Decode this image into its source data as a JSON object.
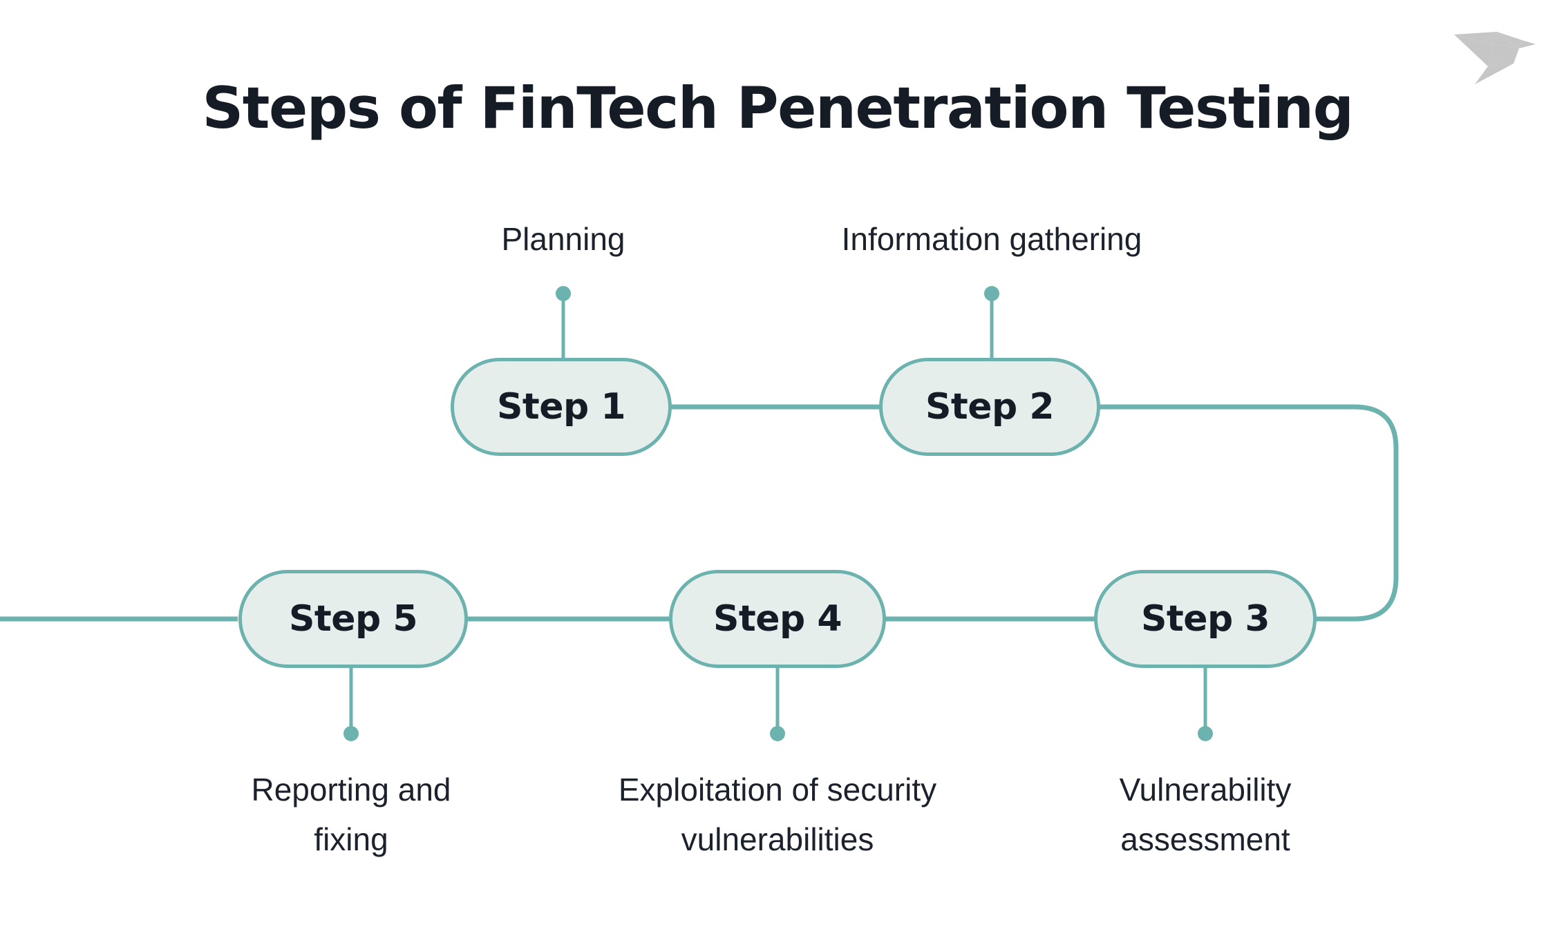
{
  "title": "Steps of FinTech Penetration Testing",
  "logo": {
    "name": "origami-bird-logo",
    "color": "#c6c6c6"
  },
  "theme": {
    "background": "#ffffff",
    "pill_fill": "#e6eeec",
    "pill_border": "#6cb2ae",
    "connector": "#6cb2ae",
    "text": "#151c26",
    "caption_text": "#1b222c"
  },
  "diagram": {
    "type": "process-flow",
    "steps": [
      {
        "id": "step-1",
        "label": "Step 1",
        "caption": "Planning",
        "caption_lines": [
          "Planning"
        ],
        "row": "top",
        "order": 1
      },
      {
        "id": "step-2",
        "label": "Step 2",
        "caption": "Information gathering",
        "caption_lines": [
          "Information gathering"
        ],
        "row": "top",
        "order": 2
      },
      {
        "id": "step-3",
        "label": "Step 3",
        "caption": "Vulnerability assessment",
        "caption_lines": [
          "Vulnerability",
          "assessment"
        ],
        "row": "bottom",
        "order": 3
      },
      {
        "id": "step-4",
        "label": "Step 4",
        "caption": "Exploitation of security vulnerabilities",
        "caption_lines": [
          "Exploitation of security",
          "vulnerabilities"
        ],
        "row": "bottom",
        "order": 4
      },
      {
        "id": "step-5",
        "label": "Step 5",
        "caption": "Reporting and fixing",
        "caption_lines": [
          "Reporting and",
          "fixing"
        ],
        "row": "bottom",
        "order": 5
      }
    ]
  }
}
